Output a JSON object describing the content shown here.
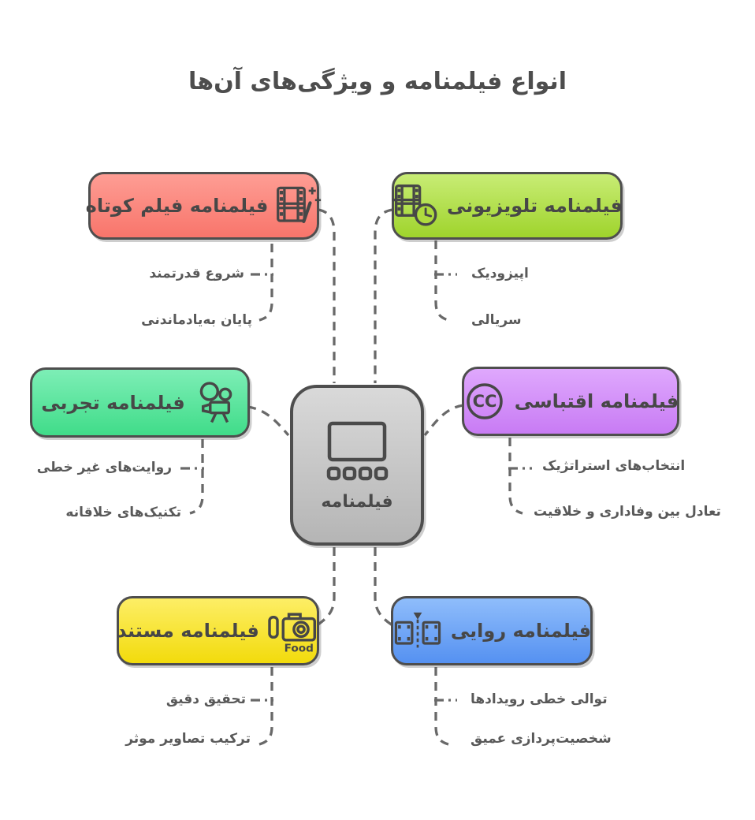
{
  "title": "انواع فیلمنامه و ویژگی‌های آن‌ها",
  "center": {
    "label": "فیلمنامه",
    "icon": "storyboard-icon",
    "colors": {
      "top": "#d9d9d9",
      "bottom": "#b5b5b5"
    }
  },
  "nodes": [
    {
      "id": "short-film",
      "label": "فیلمنامه فیلم کوتاه",
      "icon": "film-wand-icon",
      "colors": {
        "top": "#fe9d94",
        "bottom": "#f8756b"
      },
      "children": [
        "شروع قدرتمند",
        "پایان به‌یادماندنی"
      ]
    },
    {
      "id": "tv",
      "label": "فیلمنامه تلویزیونی",
      "icon": "film-clock-icon",
      "colors": {
        "top": "#c8ec75",
        "bottom": "#9fd42c"
      },
      "children": [
        "اپیزودیک",
        "سریالی"
      ]
    },
    {
      "id": "experimental",
      "label": "فیلمنامه تجربی",
      "icon": "movie-camera-icon",
      "colors": {
        "top": "#7deeb6",
        "bottom": "#40dc89"
      },
      "children": [
        "روایت‌های غیر خطی",
        "تکنیک‌های خلاقانه"
      ]
    },
    {
      "id": "adapted",
      "label": "فیلمنامه اقتباسی",
      "icon": "cc-icon",
      "colors": {
        "top": "#dfa8fd",
        "bottom": "#c87bf4"
      },
      "children": [
        "انتخاب‌های استراتژیک",
        "تعادل بین وفاداری و خلاقیت"
      ]
    },
    {
      "id": "documentary",
      "label": "فیلمنامه مستند",
      "icon": "food-camera-icon",
      "colors": {
        "top": "#fdee66",
        "bottom": "#f2db0c"
      },
      "children": [
        "تحقیق دقیق",
        "ترکیب تصاویر موثر"
      ]
    },
    {
      "id": "narrative",
      "label": "فیلمنامه روایی",
      "icon": "film-marker-icon",
      "colors": {
        "top": "#8fbdfb",
        "bottom": "#5591f1"
      },
      "children": [
        "توالی خطی رویدادها",
        "شخصیت‌پردازی عمیق"
      ]
    }
  ],
  "icons": {
    "cc_text": "CC",
    "food_text": "Food"
  },
  "palette": {
    "border": "#4e4e4e",
    "connector": "#696969",
    "title_text": "#4d4d4d",
    "node_text": "#474747",
    "leaf_text": "#595959",
    "background": "#ffffff"
  }
}
